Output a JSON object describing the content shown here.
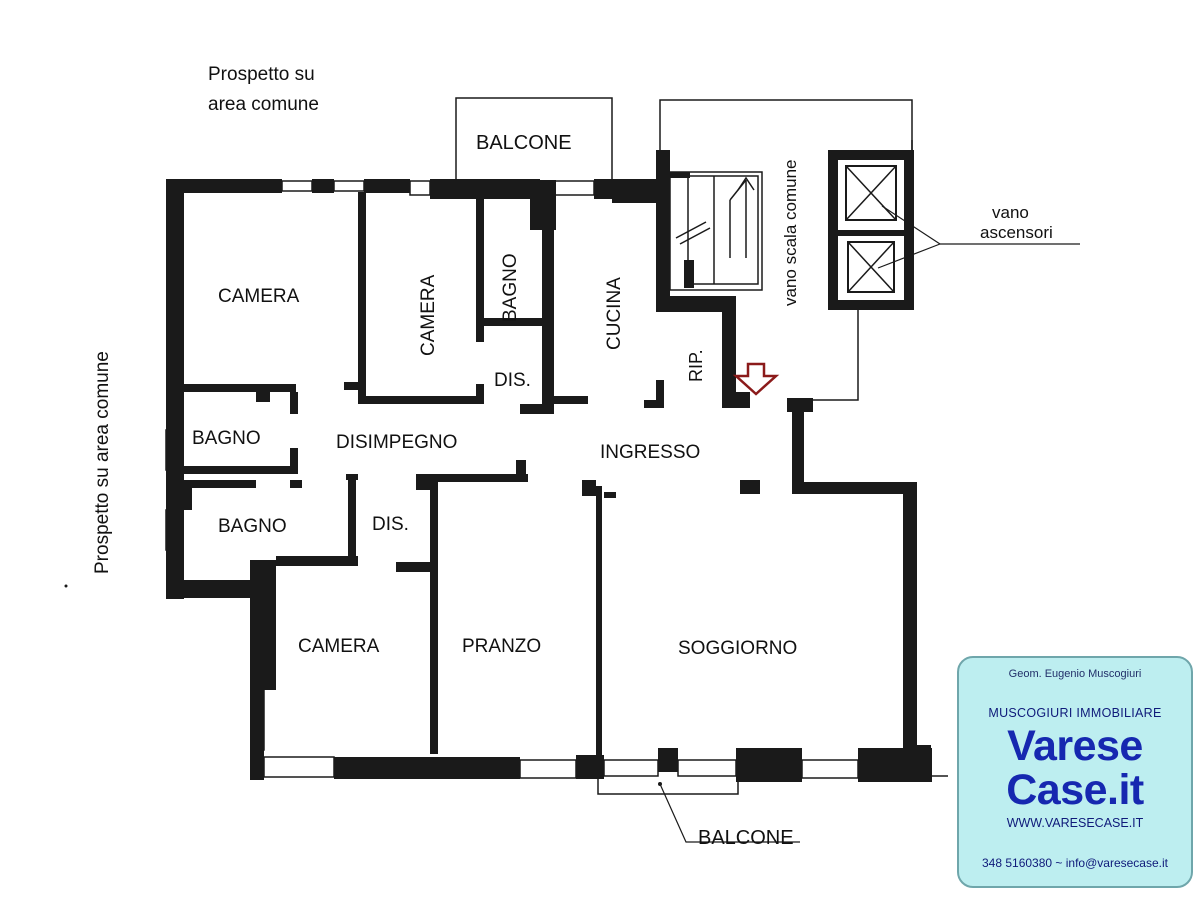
{
  "labels": {
    "prospetto_top_1": "Prospetto su",
    "prospetto_top_2": "area comune",
    "prospetto_left": "Prospetto su area comune",
    "balcone_top": "BALCONE",
    "balcone_bottom": "BALCONE",
    "camera_1": "CAMERA",
    "camera_2": "CAMERA",
    "camera_3": "CAMERA",
    "bagno_1": "BAGNO",
    "bagno_2": "BAGNO",
    "bagno_3": "BAGNO",
    "cucina": "CUCINA",
    "rip": "RIP.",
    "dis_1": "DIS.",
    "dis_2": "DIS.",
    "disimpegno": "DISIMPEGNO",
    "ingresso": "INGRESSO",
    "pranzo": "PRANZO",
    "soggiorno": "SOGGIORNO",
    "vano_scala": "vano scala comune",
    "vano_asc_1": "vano",
    "vano_asc_2": "ascensori"
  },
  "card": {
    "geom": "Geom. Eugenio Muscogiuri",
    "agency": "MUSCOGIURI IMMOBILIARE",
    "brand_line1": "Varese",
    "brand_line2": "Case.it",
    "website": "WWW.VARESECASE.IT",
    "contact": "348 5160380 ~ info@varesecase.it"
  },
  "colors": {
    "wall": "#1a1a1a",
    "card_bg": "#bdeef0",
    "entrance_arrow": "#8b1a1a"
  }
}
